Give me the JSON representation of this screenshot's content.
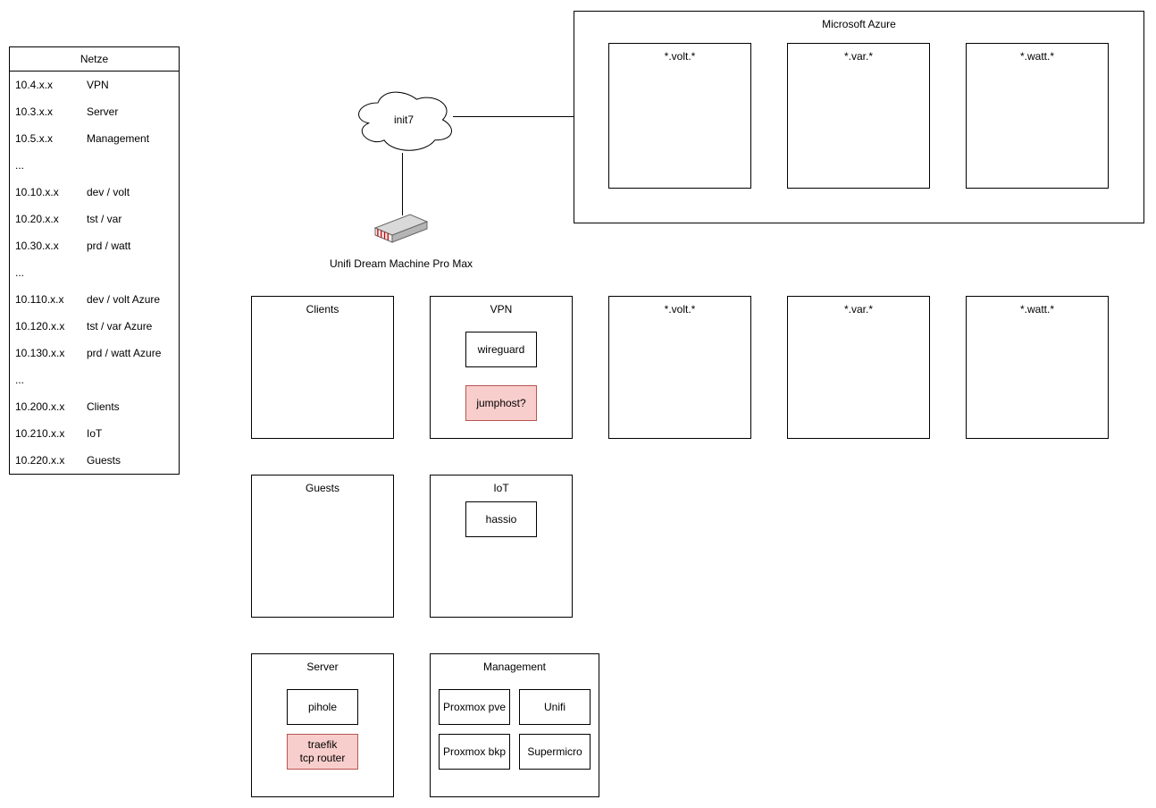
{
  "netze": {
    "title": "Netze",
    "rows": [
      {
        "cidr": "10.4.x.x",
        "label": "VPN"
      },
      {
        "cidr": "10.3.x.x",
        "label": "Server"
      },
      {
        "cidr": "10.5.x.x",
        "label": "Management"
      },
      {
        "cidr": "...",
        "label": ""
      },
      {
        "cidr": "10.10.x.x",
        "label": "dev / volt"
      },
      {
        "cidr": "10.20.x.x",
        "label": "tst / var"
      },
      {
        "cidr": "10.30.x.x",
        "label": "prd / watt"
      },
      {
        "cidr": "...",
        "label": ""
      },
      {
        "cidr": "10.110.x.x",
        "label": "dev / volt Azure"
      },
      {
        "cidr": "10.120.x.x",
        "label": "tst / var Azure"
      },
      {
        "cidr": "10.130.x.x",
        "label": "prd / watt Azure"
      },
      {
        "cidr": "...",
        "label": ""
      },
      {
        "cidr": "10.200.x.x",
        "label": "Clients"
      },
      {
        "cidr": "10.210.x.x",
        "label": "IoT"
      },
      {
        "cidr": "10.220.x.x",
        "label": "Guests"
      }
    ]
  },
  "internet": {
    "label": "init7"
  },
  "router": {
    "label": "Unifi Dream Machine Pro Max"
  },
  "azure": {
    "title": "Microsoft Azure",
    "zones": [
      "*.volt.*",
      "*.var.*",
      "*.watt.*"
    ]
  },
  "groups": {
    "clients": {
      "title": "Clients"
    },
    "vpn": {
      "title": "VPN",
      "nodes": {
        "wireguard": "wireguard",
        "jumphost": "jumphost?"
      }
    },
    "volt": {
      "title": "*.volt.*"
    },
    "var": {
      "title": "*.var.*"
    },
    "watt": {
      "title": "*.watt.*"
    },
    "guests": {
      "title": "Guests"
    },
    "iot": {
      "title": "IoT",
      "nodes": {
        "hassio": "hassio"
      }
    },
    "server": {
      "title": "Server",
      "nodes": {
        "pihole": "pihole",
        "traefik": "traefik\ntcp router"
      }
    },
    "management": {
      "title": "Management",
      "nodes": {
        "proxmox_pve": "Proxmox pve",
        "unifi": "Unifi",
        "proxmox_bkp": "Proxmox bkp",
        "supermicro": "Supermicro"
      }
    }
  },
  "colors": {
    "canvas_bg": "#ffffff",
    "shape_border": "#000000",
    "node_highlight_bg": "#f8cecc",
    "node_highlight_border": "#b85450",
    "router_accent": "#d40000"
  }
}
